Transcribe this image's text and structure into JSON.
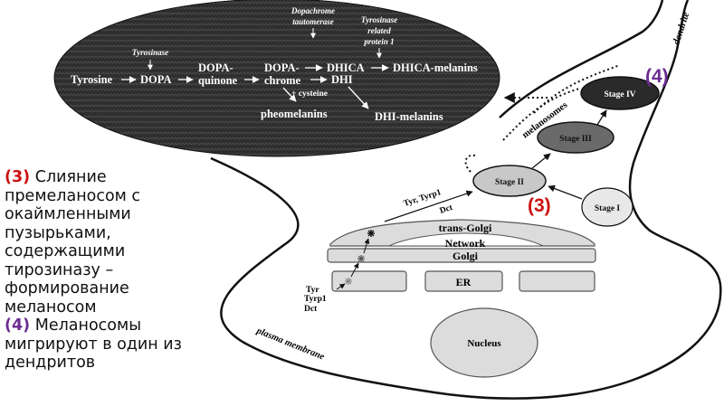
{
  "pathway": {
    "tyrosinase_label": "Tyrosinase",
    "dopachrome_label_1": "Dopachrome",
    "dopachrome_label_2": "tautomerase",
    "trp1_label_1": "Tyrosinase",
    "trp1_label_2": "related",
    "trp1_label_3": "protein 1",
    "tyrosine": "Tyrosine",
    "dopa": "DOPA",
    "dopaquinone_1": "DOPA-",
    "dopaquinone_2": "quinone",
    "dopachrome_1": "DOPA-",
    "dopachrome_2": "chrome",
    "dhica": "DHICA",
    "dhica_melanins": "DHICA-melanins",
    "dhi": "DHI",
    "cysteine": "+ cysteine",
    "pheomelanins": "pheomelanins",
    "dhi_melanins": "DHI-melanins"
  },
  "cell": {
    "dendrite": "dendrite",
    "melanosomes": "melanosomes",
    "plasma_membrane": "plasma membrane",
    "stage1": "Stage I",
    "stage2": "Stage II",
    "stage3": "Stage III",
    "stage4": "Stage IV",
    "trans_golgi_1": "trans-Golgi",
    "trans_golgi_2": "Network",
    "golgi": "Golgi",
    "er": "ER",
    "nucleus": "Nucleus",
    "tyr_tyrp1": "Tyr, Tyrp1",
    "dct": "Dct",
    "er_tyr": "Tyr",
    "er_tyrp1": "Tyrp1",
    "er_dct": "Dct"
  },
  "markers": {
    "m3": "(3)",
    "m4": "(4)"
  },
  "caption": {
    "num3": "(3)",
    "text3": " Слияние премеланосом с окаймленными пузырьками, содержащими тирозиназу – формирование меланосом",
    "num4": "(4)",
    "text4": " Меланосомы мигрируют в один из дендритов"
  },
  "colors": {
    "ellipse_fill": "#2e2e2e",
    "organelle_fill": "#dcdcdc",
    "stage2_fill": "#c8c8c8",
    "stage3_fill": "#6a6a6a",
    "stage4_fill": "#2a2a2a",
    "marker3": "#cc1111",
    "marker4": "#6b2c91"
  }
}
